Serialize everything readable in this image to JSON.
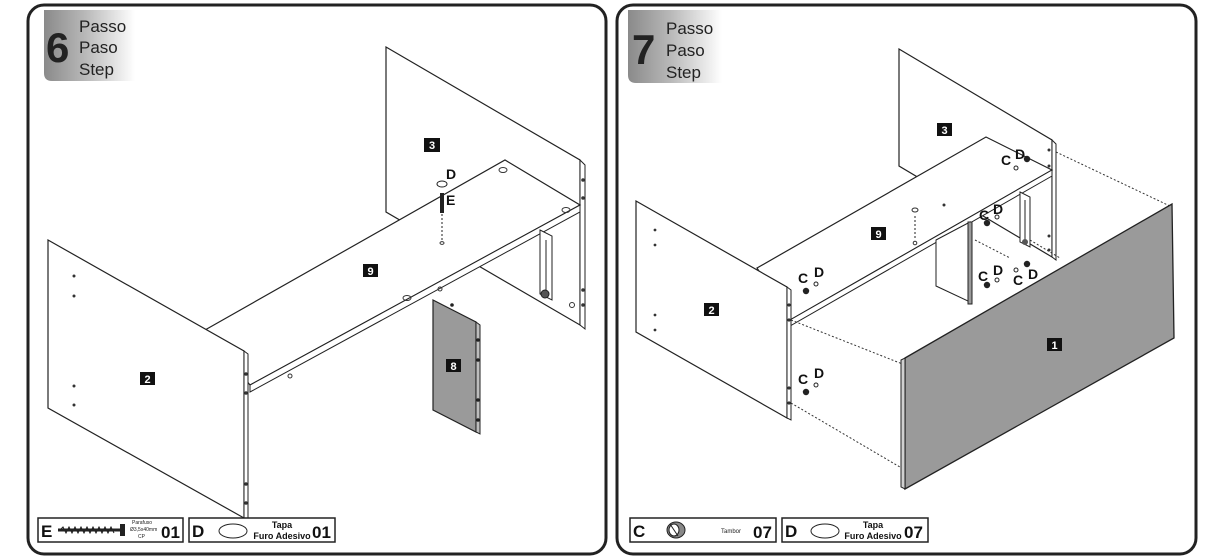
{
  "steps": [
    {
      "number": "6",
      "words": [
        "Passo",
        "Paso",
        "Step"
      ],
      "parts": {
        "p3": "3",
        "p9": "9",
        "p2": "2",
        "p8": "8"
      },
      "callouts": {
        "d": "D",
        "e": "E"
      },
      "legend": [
        {
          "letter": "E",
          "desc_line1": "Parafuso",
          "desc_line2": "Ø3,5x40mm",
          "desc_line3": "CP",
          "qty": "01",
          "icon": "screw-icon"
        },
        {
          "letter": "D",
          "desc_line1": "Tapa",
          "desc_line2": "Furo Adesivo",
          "qty": "01",
          "icon": "cap-icon"
        }
      ]
    },
    {
      "number": "7",
      "words": [
        "Passo",
        "Paso",
        "Step"
      ],
      "parts": {
        "p3": "3",
        "p9": "9",
        "p2": "2",
        "p1": "1"
      },
      "callouts": {
        "c": "C",
        "d": "D"
      },
      "legend": [
        {
          "letter": "C",
          "desc_line1": "Tambor",
          "qty": "07",
          "icon": "cam-lock-icon"
        },
        {
          "letter": "D",
          "desc_line1": "Tapa",
          "desc_line2": "Furo Adesivo",
          "qty": "07",
          "icon": "cap-icon"
        }
      ]
    }
  ]
}
